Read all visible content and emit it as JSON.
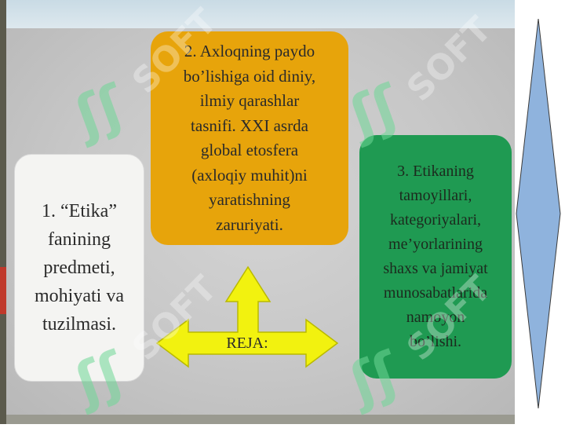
{
  "slide": {
    "box_1": {
      "text": "1. “Etika”\nfanining\npredmeti,\nmohiyati va\ntuzilmasi."
    },
    "box_2": {
      "text": "2. Axloqning paydo\nbo’lishiga oid diniy,\nilmiy qarashlar\ntasnifi. XXI asrda\nglobal etosfera\n(axloqiy muhit)ni\nyaratishning\nzaruriyati."
    },
    "box_3": {
      "text": "3. Etikaning\ntamoyillari,\nkategoriyalari,\nme’yorlarining\nshaxs va jamiyat\nmunosabatlarida\nnamoyon\nbo’lishi."
    },
    "arrow_label": "REJA:"
  },
  "watermark": {
    "text": "SOFT",
    "logo": "ʃʃ"
  },
  "colors": {
    "box_1_fill": "#f4f4f2",
    "box_2_fill": "#e7a40b",
    "box_3_fill": "#1f9a52",
    "arrow_fill": "#f2f20f",
    "side_diamond_fill": "#8fb3dd"
  },
  "icons": {
    "side_navigation": "diamond-arrow-icon"
  }
}
